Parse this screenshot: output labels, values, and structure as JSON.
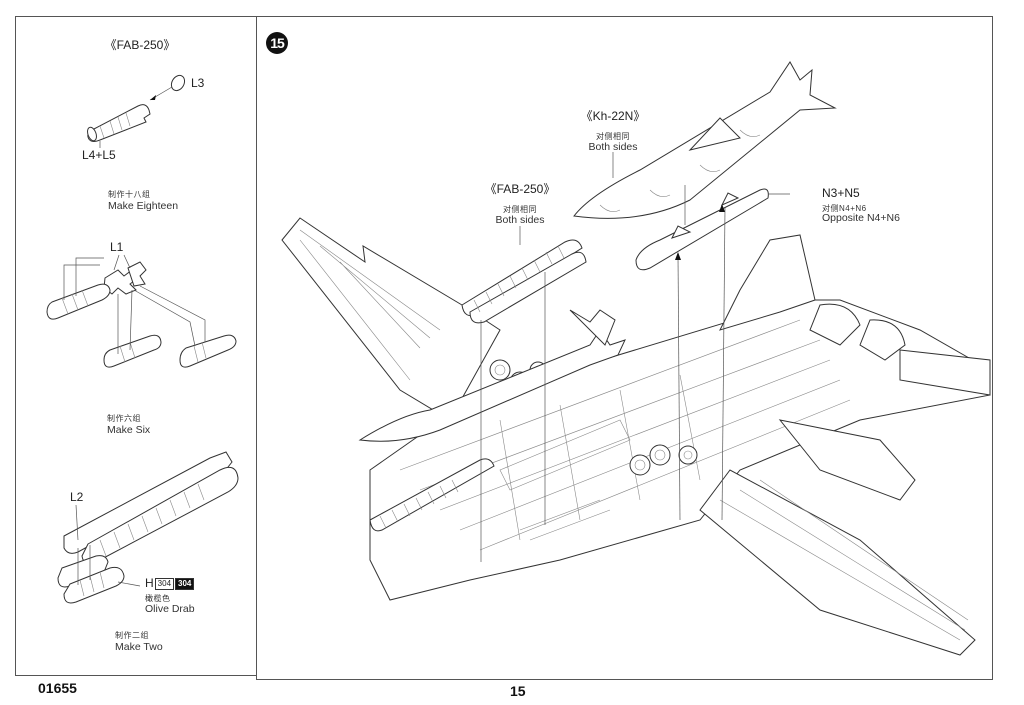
{
  "page": {
    "product_code": "01655",
    "page_number": "15"
  },
  "left_panel": {
    "sub_assemblies": [
      {
        "title": "《FAB-250》",
        "parts": [
          "L3",
          "L4+L5"
        ],
        "quantity_cn": "制作十八组",
        "quantity_en": "Make Eighteen"
      },
      {
        "parts": [
          "L1"
        ],
        "quantity_cn": "制作六组",
        "quantity_en": "Make Six"
      },
      {
        "parts": [
          "L2"
        ],
        "paint": {
          "part": "H",
          "codes": [
            "304",
            "304"
          ],
          "color_cn": "橄榄色",
          "color_en": "Olive Drab"
        },
        "quantity_cn": "制作二组",
        "quantity_en": "Make Two"
      }
    ]
  },
  "main_panel": {
    "step_number": "15",
    "callouts": [
      {
        "title": "《FAB-250》",
        "note_cn": "对侧相同",
        "note_en": "Both sides"
      },
      {
        "title": "《Kh-22N》",
        "note_cn": "对侧相同",
        "note_en": "Both sides"
      },
      {
        "title": "N3+N5",
        "note_cn": "对侧N4+N6",
        "note_en": "Opposite N4+N6"
      }
    ]
  },
  "icons": {
    "step_badge": "step-number-circle-icon",
    "assembly_arrow": "arrow-up-icon"
  }
}
